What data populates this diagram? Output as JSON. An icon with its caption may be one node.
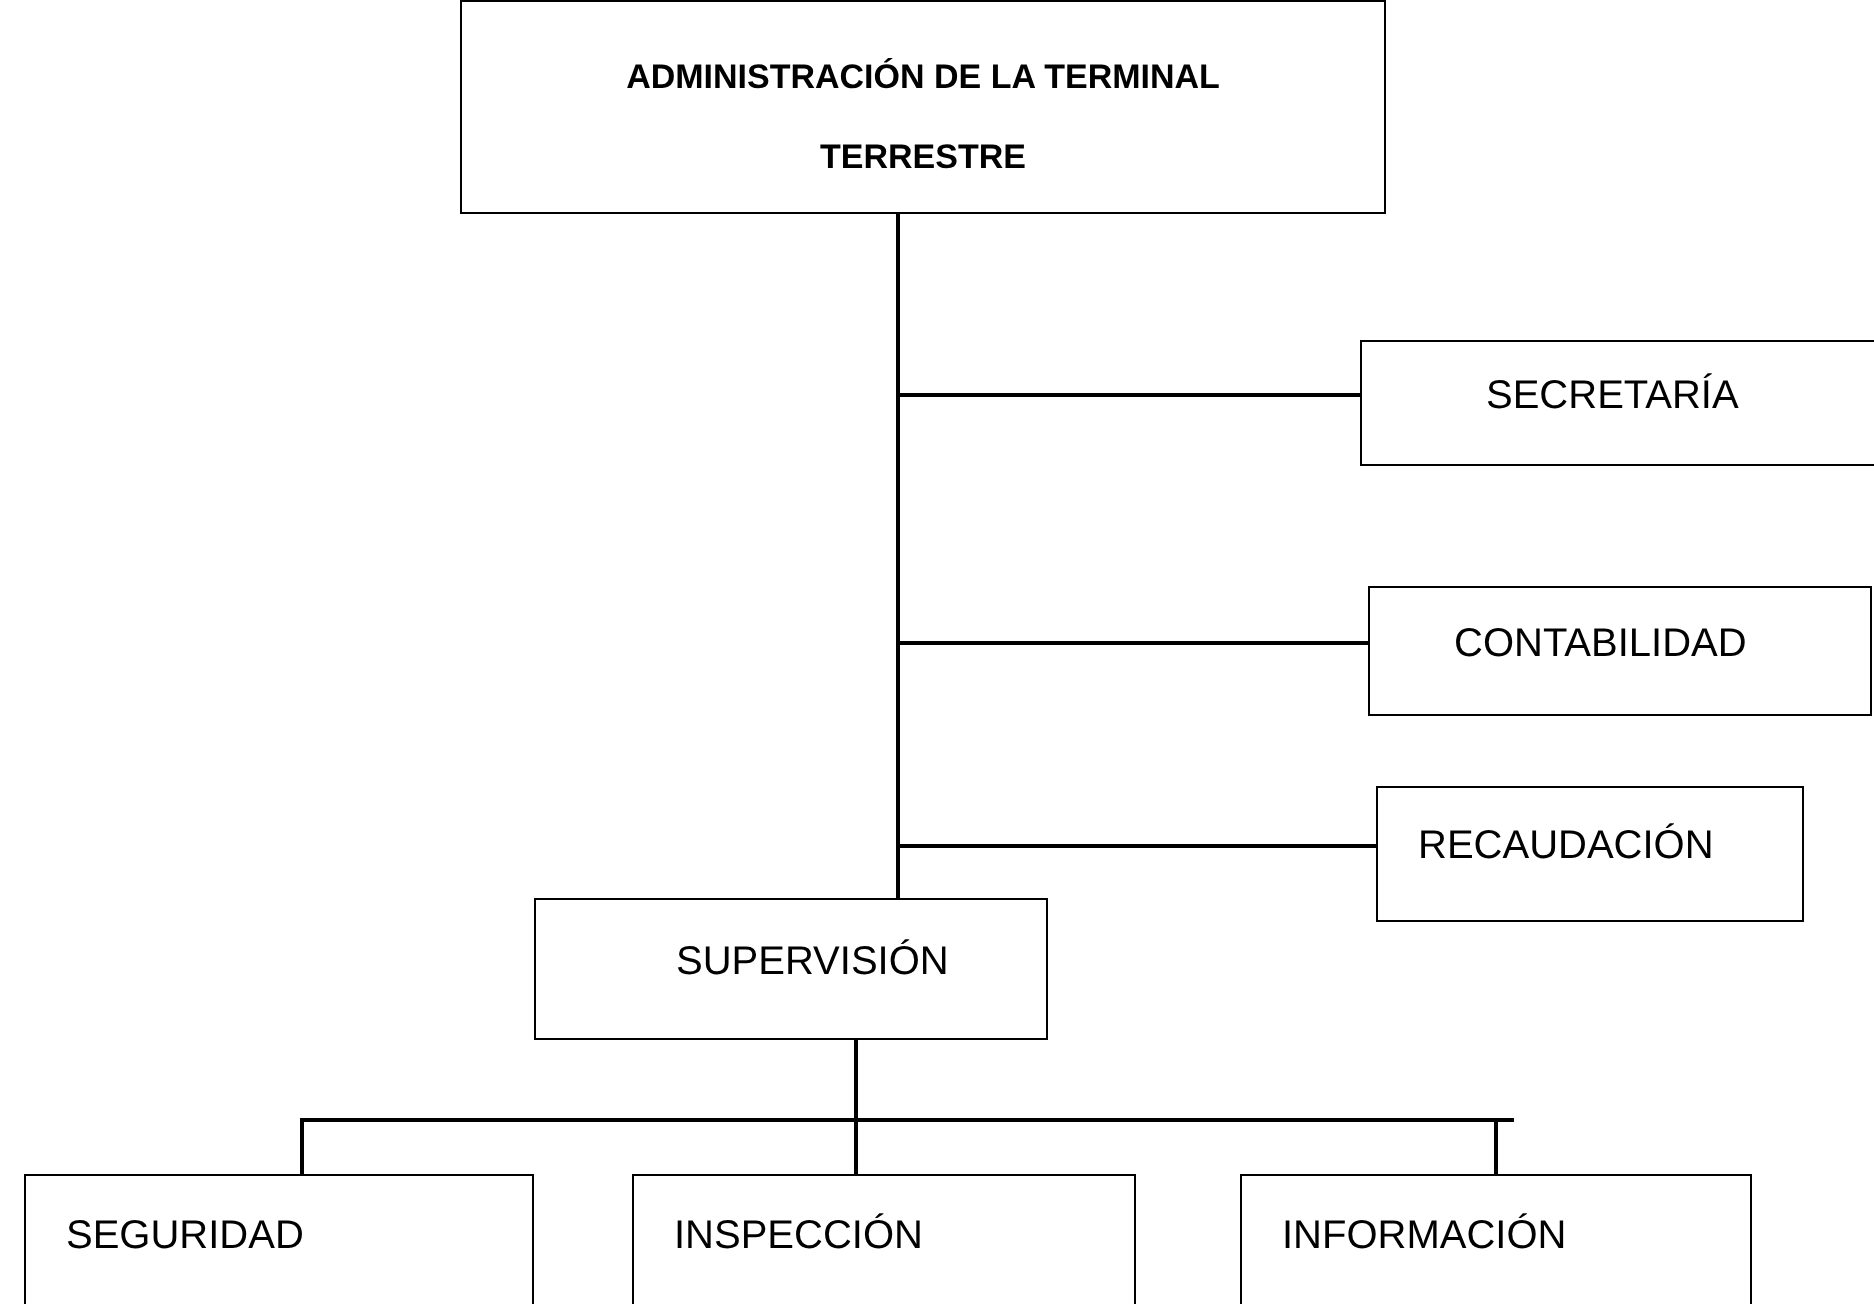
{
  "diagram": {
    "nodes": [
      {
        "text": [
          "ADMINISTRACIÓN DE LA TERMINAL TERRESTRE"
        ]
      },
      {
        "text": [
          "SECRETARÍA"
        ]
      },
      {
        "text": [
          "CONTABILIDAD"
        ]
      },
      {
        "text": [
          "RECAUDACIÓN"
        ]
      },
      {
        "text": [
          "SUPERVISIÓN"
        ]
      },
      {
        "text": [
          "SEGURIDAD"
        ]
      },
      {
        "text": [
          "INSPECCIÓN"
        ]
      },
      {
        "text": [
          "INFORMACIÓN"
        ]
      }
    ],
    "edges": [
      {
        "from": 0,
        "to": 1,
        "arrow": "none"
      },
      {
        "from": 0,
        "to": 2,
        "arrow": "none"
      },
      {
        "from": 0,
        "to": 3,
        "arrow": "none"
      },
      {
        "from": 0,
        "to": 4,
        "arrow": "none"
      },
      {
        "from": 4,
        "to": 5,
        "arrow": "none"
      },
      {
        "from": 4,
        "to": 6,
        "arrow": "none"
      },
      {
        "from": 4,
        "to": 7,
        "arrow": "none"
      }
    ]
  }
}
